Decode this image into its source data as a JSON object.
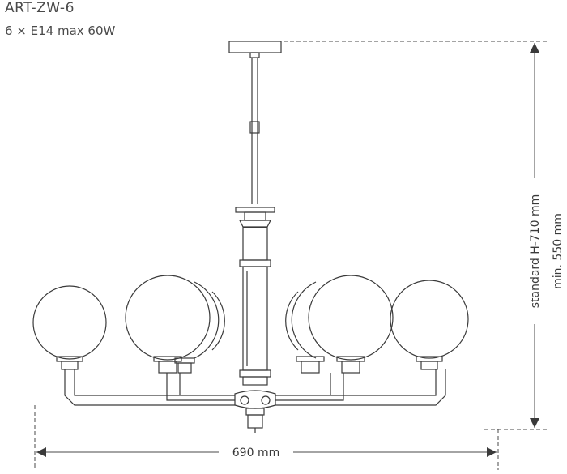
{
  "header": {
    "model": "ART-ZW-6",
    "spec": "6 × E14 max 60W"
  },
  "dimensions": {
    "width": "690 mm",
    "height_standard": "standard H-710 mm",
    "height_min": "min. 550 mm"
  },
  "colors": {
    "line": "#3a3a3a",
    "dim_line": "#4a4a4a"
  }
}
